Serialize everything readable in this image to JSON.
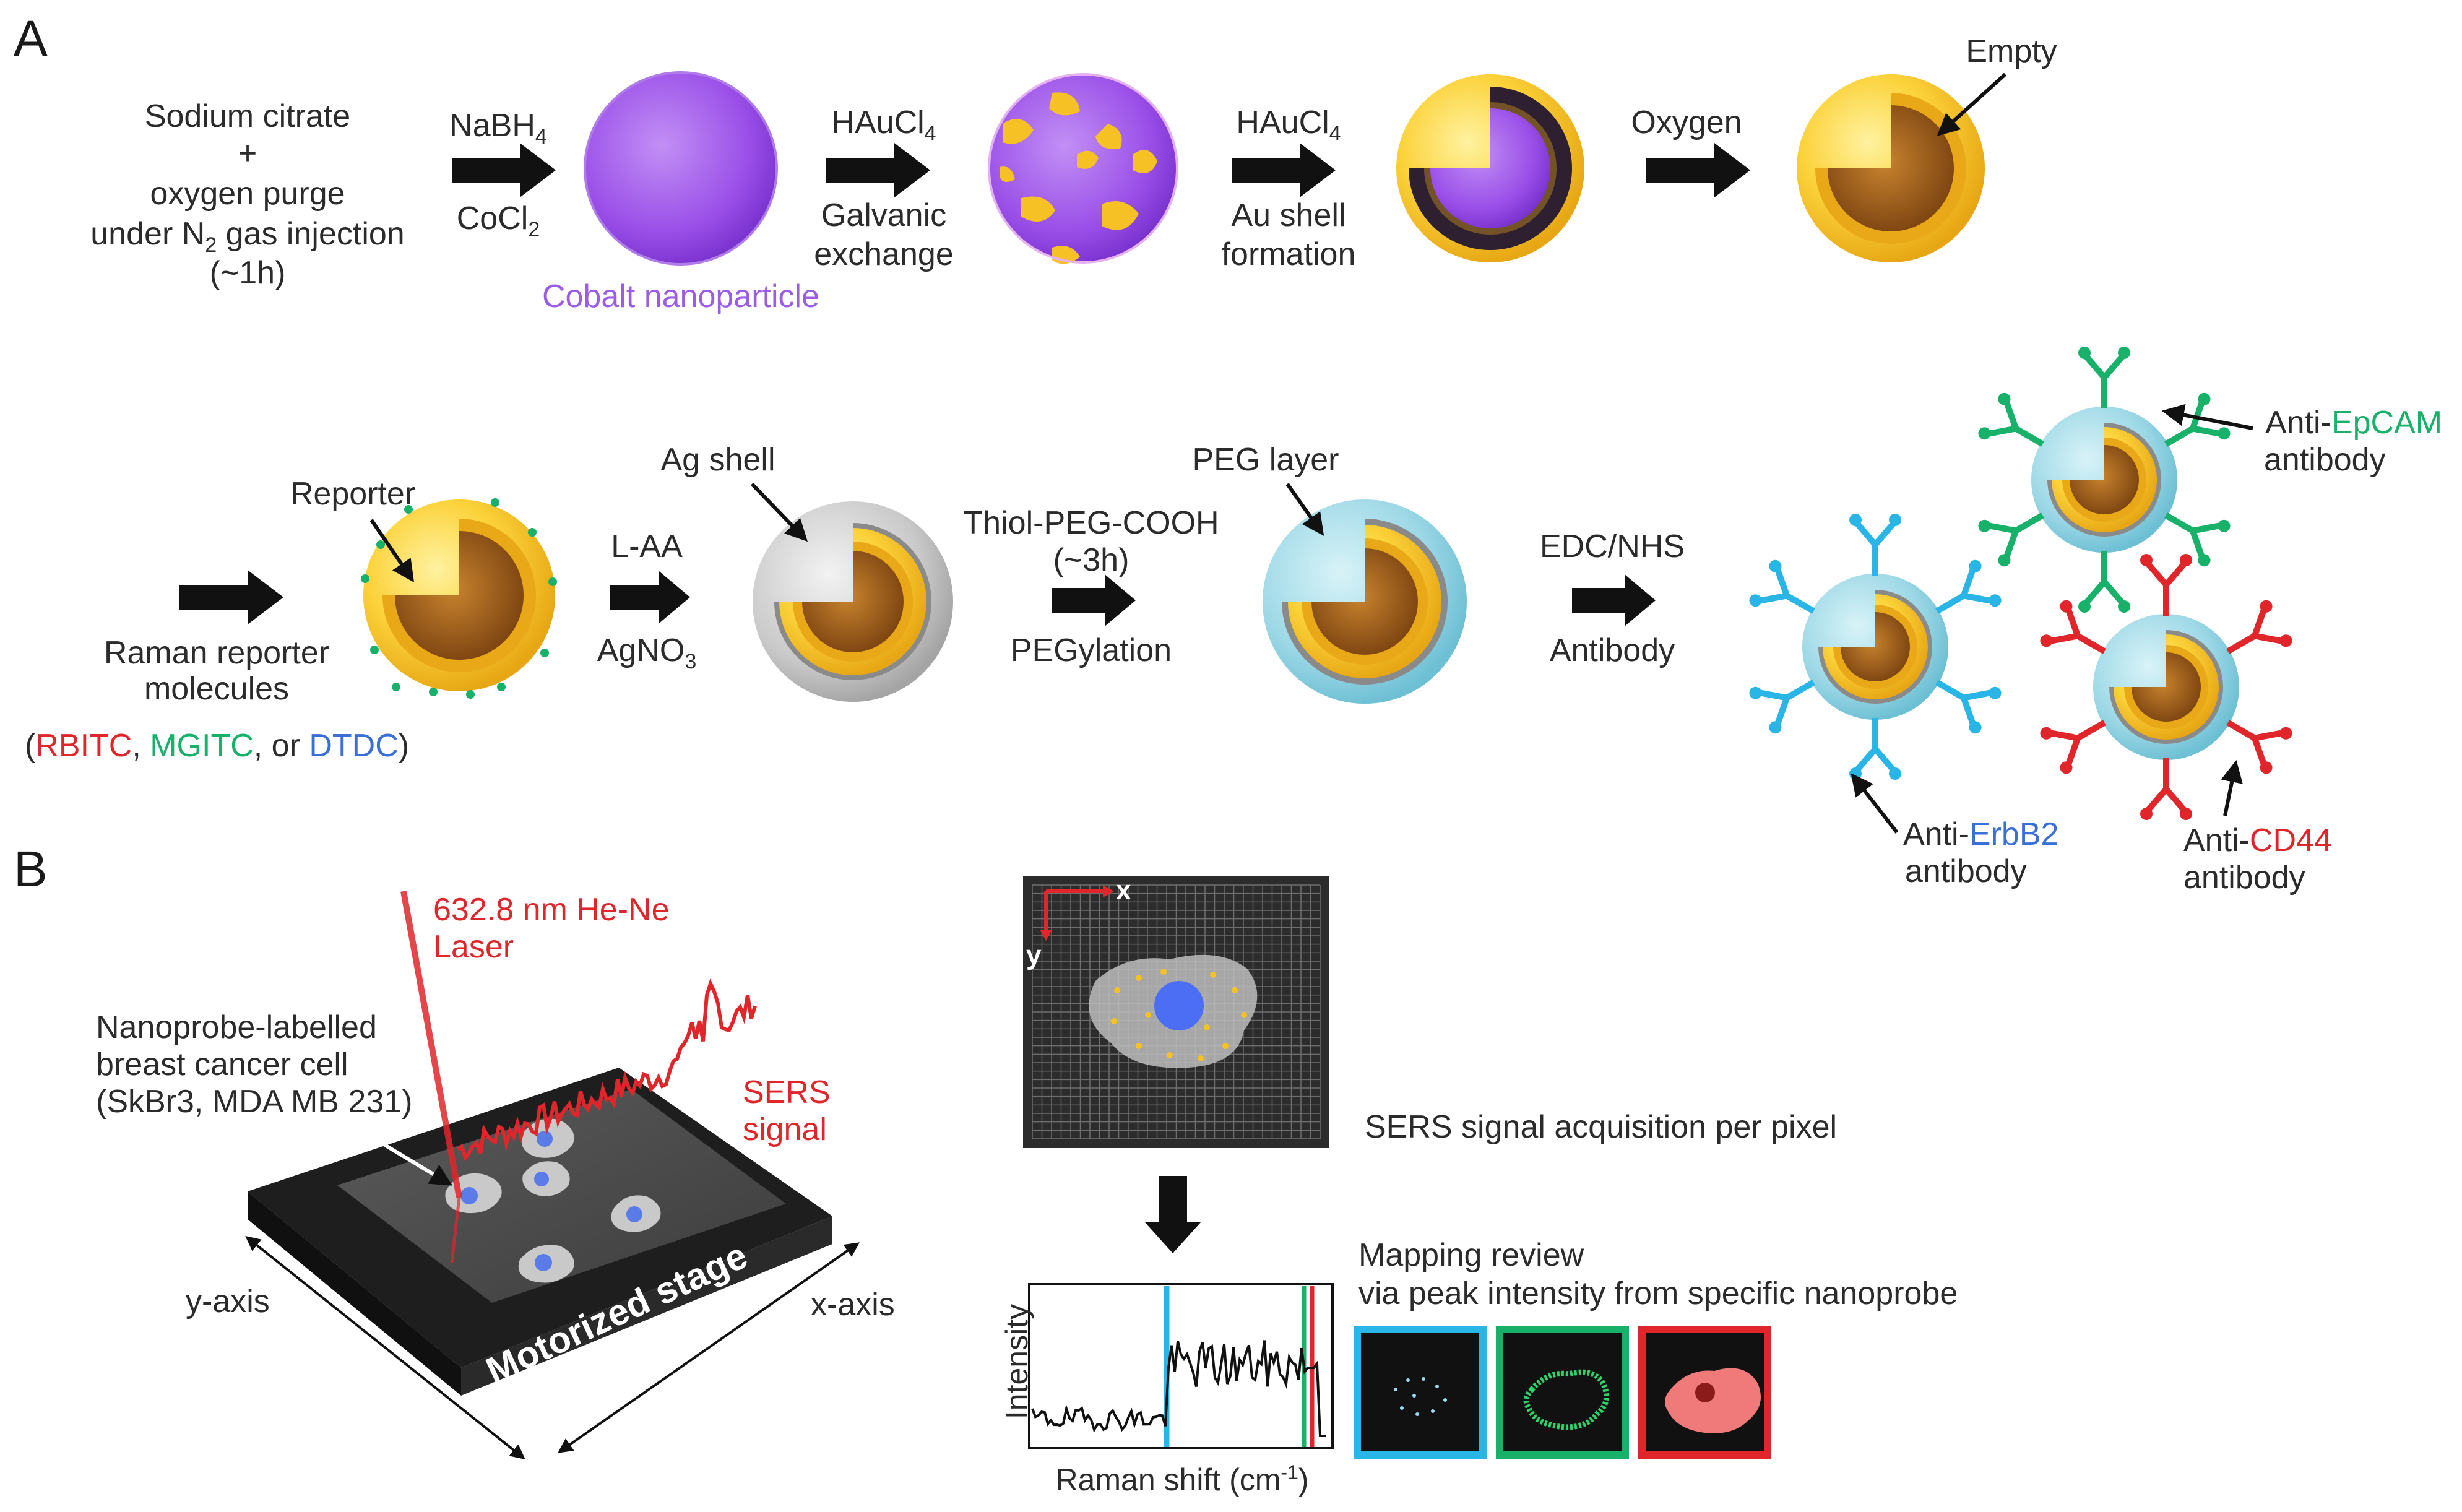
{
  "panel_a": {
    "letter": "A",
    "step1": [
      "Sodium citrate",
      "+",
      "oxygen purge",
      "under N",
      "2",
      " gas injection",
      "(~1h)"
    ],
    "arrow1": {
      "top_main": "NaBH",
      "top_sub": "4",
      "bot_main": "CoCl",
      "bot_sub": "2"
    },
    "cobalt_label": "Cobalt nanoparticle",
    "arrow2": {
      "top_main": "HAuCl",
      "top_sub": "4",
      "bot1": "Galvanic",
      "bot2": "exchange"
    },
    "arrow3": {
      "top_main": "HAuCl",
      "top_sub": "4",
      "bot1": "Au shell",
      "bot2": "formation"
    },
    "arrow4": {
      "top": "Oxygen"
    },
    "empty_label": "Empty",
    "reporter_label": "Reporter",
    "raman1": "Raman reporter",
    "raman2": "molecules",
    "dyes": {
      "open": "(",
      "d1": "RBITC",
      "sep1": ", ",
      "d2": "MGITC",
      "sep2": ", or ",
      "d3": "DTDC",
      "close": ")"
    },
    "arrow6": {
      "top": "L-AA",
      "bot_main": "AgNO",
      "bot_sub": "3"
    },
    "ag_shell": "Ag shell",
    "arrow7": {
      "top1": "Thiol-PEG-COOH",
      "top2": "(~3h)",
      "bot": "PEGylation"
    },
    "peg_layer": "PEG layer",
    "arrow8": {
      "top": "EDC/NHS",
      "bot": "Antibody"
    },
    "epcam": {
      "pre": "Anti-",
      "name": "EpCAM",
      "line2": "antibody"
    },
    "erbb2": {
      "pre": "Anti-",
      "name": "ErbB2",
      "line2": "antibody"
    },
    "cd44": {
      "pre": "Anti-",
      "name": "CD44",
      "line2": "antibody"
    }
  },
  "panel_b": {
    "letter": "B",
    "laser1": "632.8 nm He-Ne",
    "laser2": "Laser",
    "cell1": "Nanoprobe-labelled",
    "cell2": "breast cancer cell",
    "cell3": "(SkBr3, MDA MB 231)",
    "sers1": "SERS",
    "sers2": "signal",
    "stage": "Motorized stage",
    "yaxis": "y-axis",
    "xaxis": "x-axis",
    "grid_x": "x",
    "grid_y": "y",
    "acq": "SERS signal acquisition per pixel",
    "spec_ylabel": "Intensity",
    "spec_xlabel_main": "Raman shift (cm",
    "spec_xlabel_sup": "-1",
    "spec_xlabel_close": ")",
    "map1": "Mapping  review",
    "map2": "via peak intensity  from specific nanoprobe"
  },
  "colors": {
    "red": "#e0262b",
    "green": "#17b169",
    "blue": "#3a6fd8",
    "purple": "#9b5de5",
    "gold": "#f6c125",
    "cyan": "#29b6e6",
    "arrow": "#111111"
  }
}
